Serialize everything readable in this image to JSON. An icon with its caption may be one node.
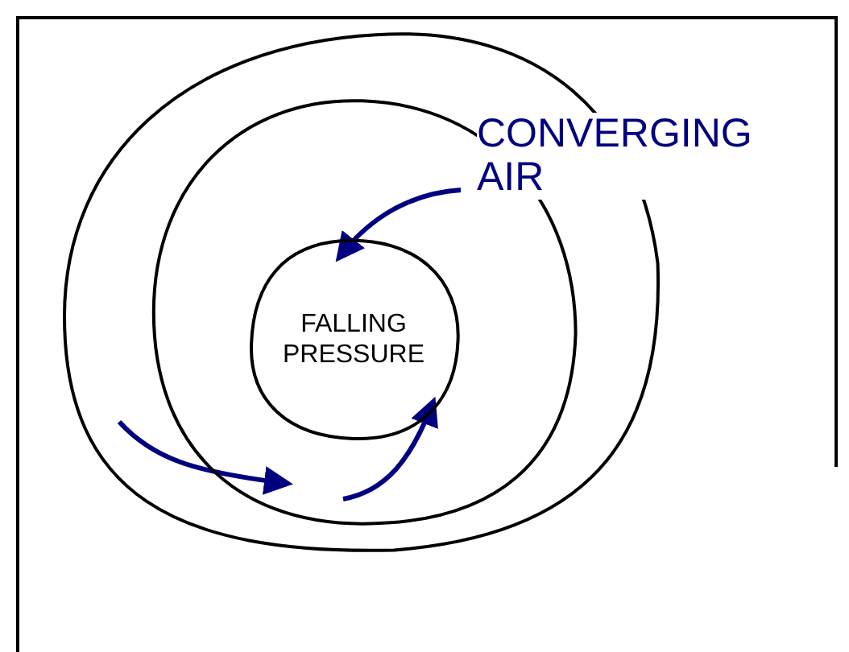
{
  "diagram": {
    "nodes": [
      {
        "text": [],
        "shape": "circle"
      },
      {
        "text": [],
        "shape": "circle",
        "in": 0
      },
      {
        "text": [
          "FALLING PRESSURE"
        ],
        "in": 1
      }
    ],
    "labels": [
      "CONVERGING AIR"
    ]
  }
}
